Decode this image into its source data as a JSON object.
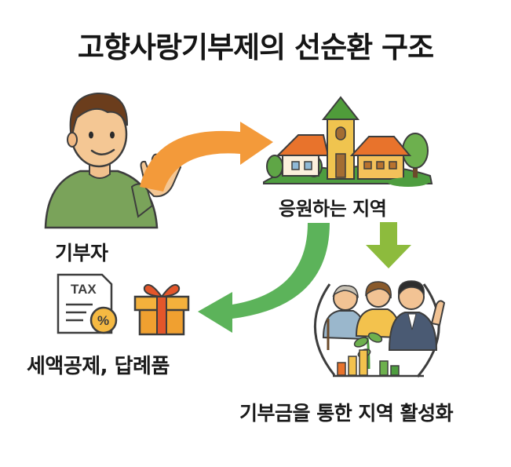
{
  "title": "고향사랑기부제의 선순환 구조",
  "nodes": {
    "donor": "기부자",
    "region": "응원하는 지역",
    "benefit": "세액공제, 답례품",
    "revitalization": "기부금을 통한 지역 활성화"
  },
  "tax_icon": {
    "text": "TAX",
    "symbol": "%"
  },
  "colors": {
    "arrow_orange": "#f39a3a",
    "arrow_green": "#5cb35a",
    "arrow_lime": "#8dbb3d",
    "shirt_green": "#7aa35a",
    "gift_orange": "#f0a030"
  }
}
